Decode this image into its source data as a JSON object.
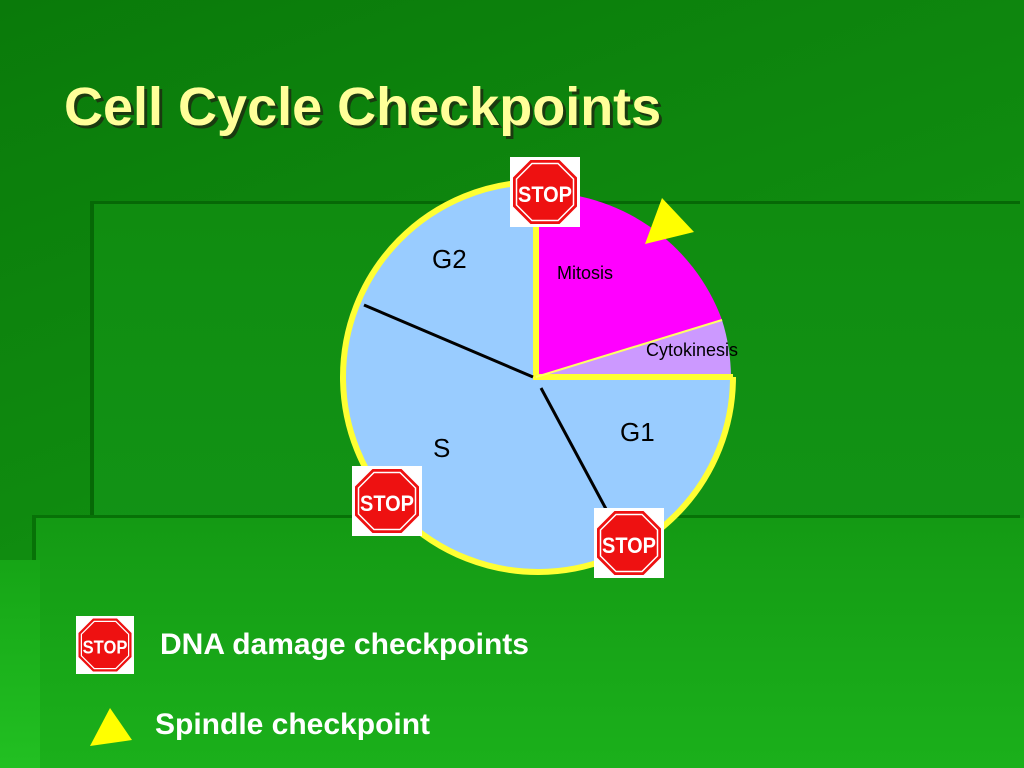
{
  "slide": {
    "title": "Cell Cycle Checkpoints"
  },
  "diagram": {
    "phases": {
      "g2": "G2",
      "mitosis": "Mitosis",
      "cytokinesis": "Cytokinesis",
      "g1": "G1",
      "s": "S"
    },
    "stop_sign_text": "STOP",
    "colors": {
      "interphase": "#99ccff",
      "mitosis": "#ff00ff",
      "cytokinesis": "#cc99ff",
      "outline": "#ffff33",
      "stop_red": "#ee1111",
      "spindle_triangle": "#ffff00"
    }
  },
  "legend": {
    "dna_damage_label": "DNA damage checkpoints",
    "spindle_label": "Spindle checkpoint"
  }
}
